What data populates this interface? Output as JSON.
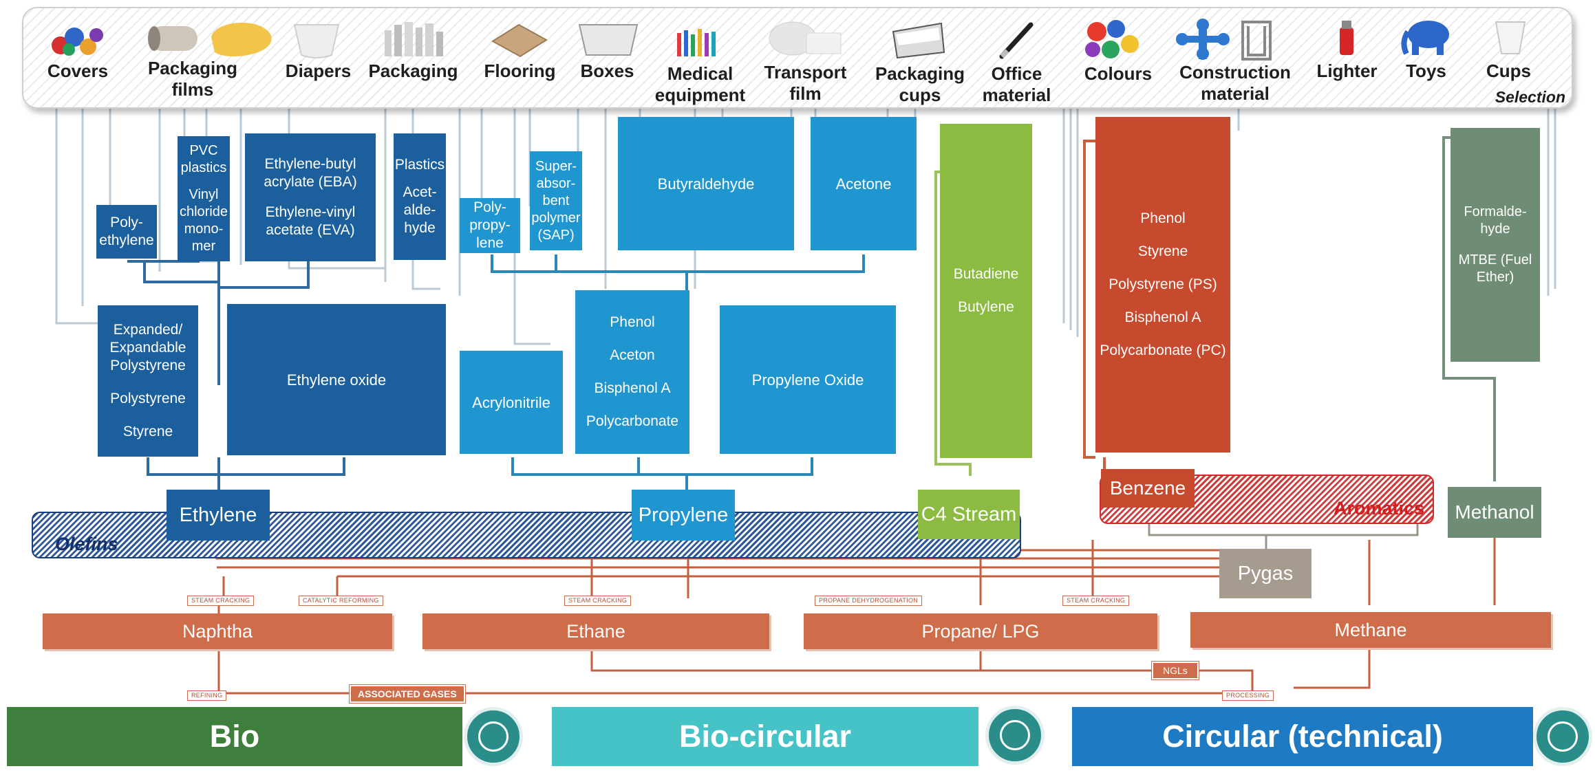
{
  "products": {
    "covers": "Covers",
    "packaging_films": [
      "Packaging",
      "films"
    ],
    "diapers": "Diapers",
    "packaging": "Packaging",
    "flooring": "Flooring",
    "boxes": "Boxes",
    "medical_equipment": [
      "Medical",
      "equipment"
    ],
    "transport_film": [
      "Transport",
      "film"
    ],
    "packaging_cups": [
      "Packaging",
      "cups"
    ],
    "office_material": [
      "Office",
      "material"
    ],
    "colours": "Colours",
    "construction_material": [
      "Construction",
      "material"
    ],
    "lighter": "Lighter",
    "toys": "Toys",
    "cups": "Cups",
    "selection": "Selection"
  },
  "derivatives": {
    "polyethylene": [
      "Poly-",
      "ethylene"
    ],
    "pvc": [
      "PVC",
      "plastics",
      "Vinyl",
      "chloride",
      "mono-",
      "mer"
    ],
    "eba": [
      "Ethylene-butyl",
      "acrylate (EBA)",
      "Ethylene-vinyl",
      "acetate (EVA)"
    ],
    "acetaldehyde": [
      "Plastics",
      "Acet-",
      "alde-",
      "hyde"
    ],
    "eps": [
      "Expanded/",
      "Expandable",
      "Polystyrene",
      "Polystyrene",
      "Styrene"
    ],
    "ethylene_oxide": "Ethylene oxide",
    "polypropylene": [
      "Poly-",
      "propy-",
      "lene"
    ],
    "sap": [
      "Super-",
      "absor-",
      "bent",
      "polymer",
      "(SAP)"
    ],
    "butyraldehyde": "Butyraldehyde",
    "acetone": "Acetone",
    "acrylonitrile": "Acrylonitrile",
    "phenol_group": [
      "Phenol",
      "Aceton",
      "Bisphenol A",
      "Polycarbonate"
    ],
    "propylene_oxide": "Propylene Oxide",
    "c4_group": [
      "Butadiene",
      "Butylene"
    ],
    "aromatics_group": [
      "Phenol",
      "Styrene",
      "Polystyrene (PS)",
      "Bisphenol A",
      "Polycarbonate (PC)"
    ],
    "methanol_group": [
      "Formalde-",
      "hyde",
      "MTBE (Fuel",
      "Ether)"
    ]
  },
  "hubs": {
    "ethylene": "Ethylene",
    "propylene": "Propylene",
    "c4": "C4 Stream",
    "benzene": "Benzene",
    "methanol": "Methanol",
    "pygas": "Pygas",
    "olefins": "Olefins",
    "aromatics": "Aromatics"
  },
  "feedstocks": {
    "naphtha": "Naphtha",
    "ethane": "Ethane",
    "propane": "Propane/ LPG",
    "methane": "Methane"
  },
  "processes": {
    "steam_cracking": "STEAM CRACKING",
    "catalytic_reforming": "CATALYTIC REFORMING",
    "propane_dehydrogenation": "PROPANE DEHYDROGENATION",
    "refining": "REFINING",
    "associated_gases": "ASSOCIATED GASES",
    "ngls": "NGLs",
    "processing": "PROCESSING"
  },
  "bands": {
    "bio": "Bio",
    "bio_circular": "Bio-circular",
    "circular": "Circular (technical)"
  },
  "colors": {
    "dark_blue": "#1b5f9c",
    "light_blue": "#1f96cf",
    "green": "#8bbb40",
    "red": "#c84a2e",
    "grey_green": "#6f8c75",
    "feedstock": "#cf6d4b",
    "bio": "#3f7f3d",
    "bio_circular": "#45c3c6",
    "circular": "#1d7ac3"
  }
}
